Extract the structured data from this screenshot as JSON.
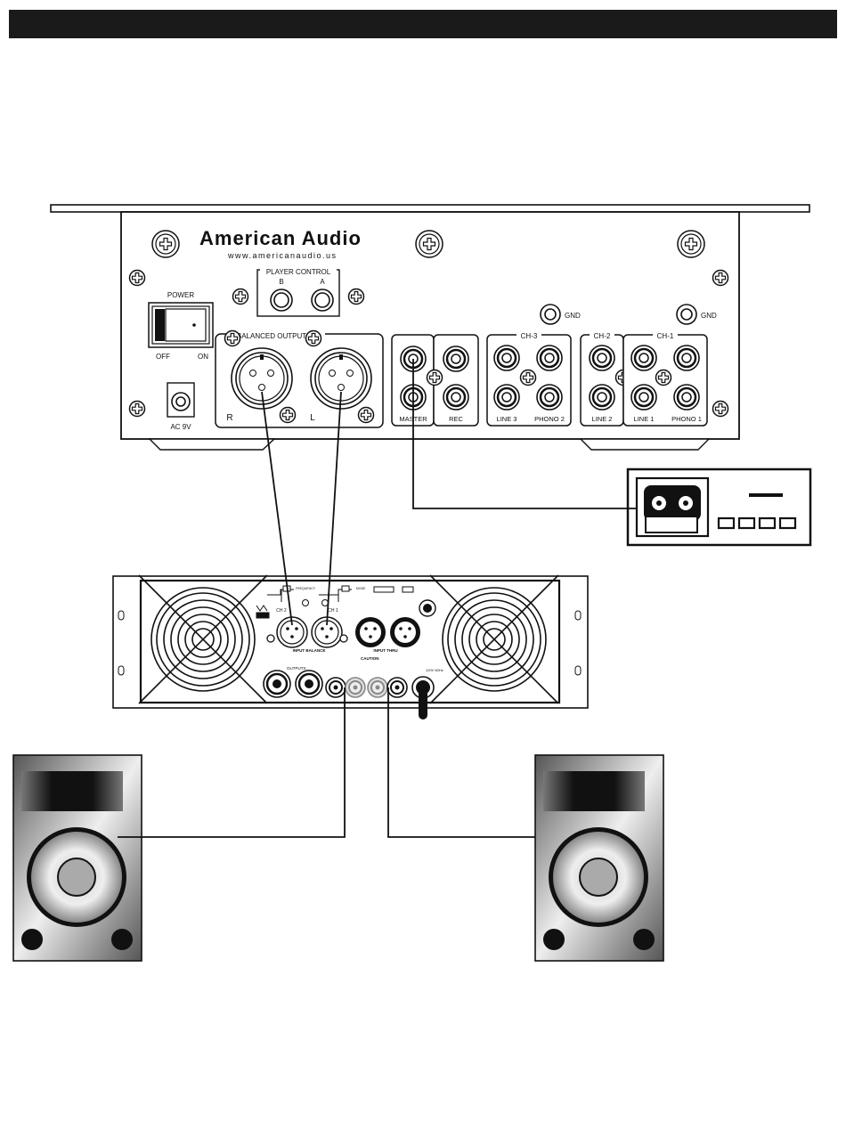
{
  "mixer": {
    "brand": "American Audio",
    "url": "www.americanaudio.us",
    "power_label": "POWER",
    "off_label": "OFF",
    "on_label": "ON",
    "ac_label": "AC 9V",
    "player_control": "PLAYER CONTROL",
    "pc_b": "B",
    "pc_a": "A",
    "balanced_output": "BALANCED OUTPUT",
    "xlr_r": "R",
    "xlr_l": "L",
    "master": "MASTER",
    "rec": "REC",
    "ch3": "CH-3",
    "ch2": "CH-2",
    "ch1": "CH-1",
    "line3": "LINE 3",
    "phono2": "PHONO 2",
    "line2": "LINE 2",
    "line1": "LINE 1",
    "phono1": "PHONO 1",
    "gnd": "GND"
  },
  "amplifier": {
    "ch2": "CH 2",
    "ch1": "CH 1",
    "input_balance": "INPUT BALANCE",
    "input_thru": "INPUT THRU",
    "outputs": "OUTPUTS",
    "caution": "CAUTION",
    "power_spec": "120V 60Hz"
  },
  "colors": {
    "header_bar": "#1a1a1a",
    "line": "#111111"
  }
}
